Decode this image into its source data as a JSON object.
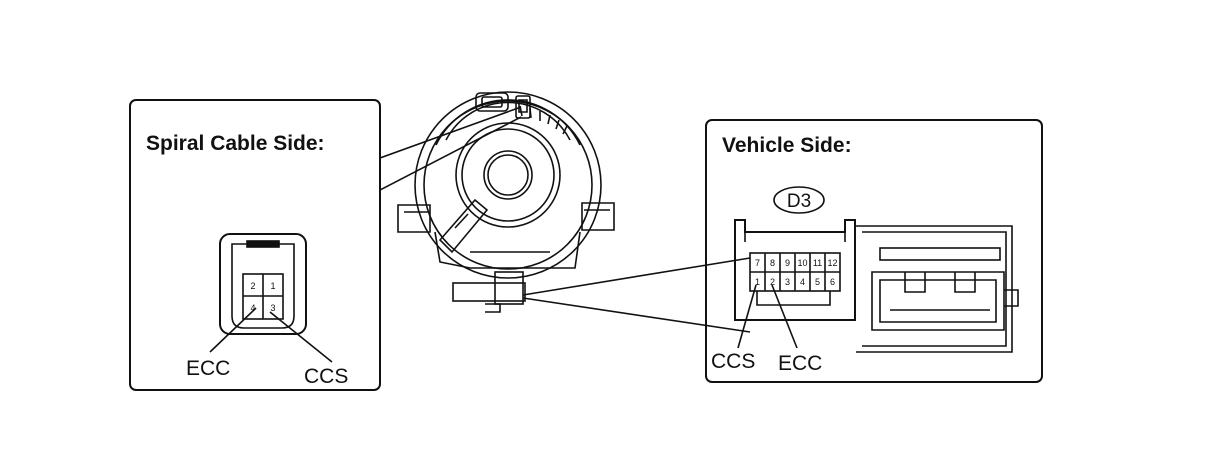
{
  "spiral_side": {
    "title": "Spiral Cable Side:",
    "pins": [
      "2",
      "1",
      "4",
      "3"
    ],
    "label_left": "ECC",
    "label_right": "CCS"
  },
  "vehicle_side": {
    "title": "Vehicle Side:",
    "connector_id": "D3",
    "pins_top": [
      "7",
      "8",
      "9",
      "10",
      "11",
      "12"
    ],
    "pins_bottom": [
      "1",
      "2",
      "3",
      "4",
      "5",
      "6"
    ],
    "label_left": "CCS",
    "label_right": "ECC"
  }
}
